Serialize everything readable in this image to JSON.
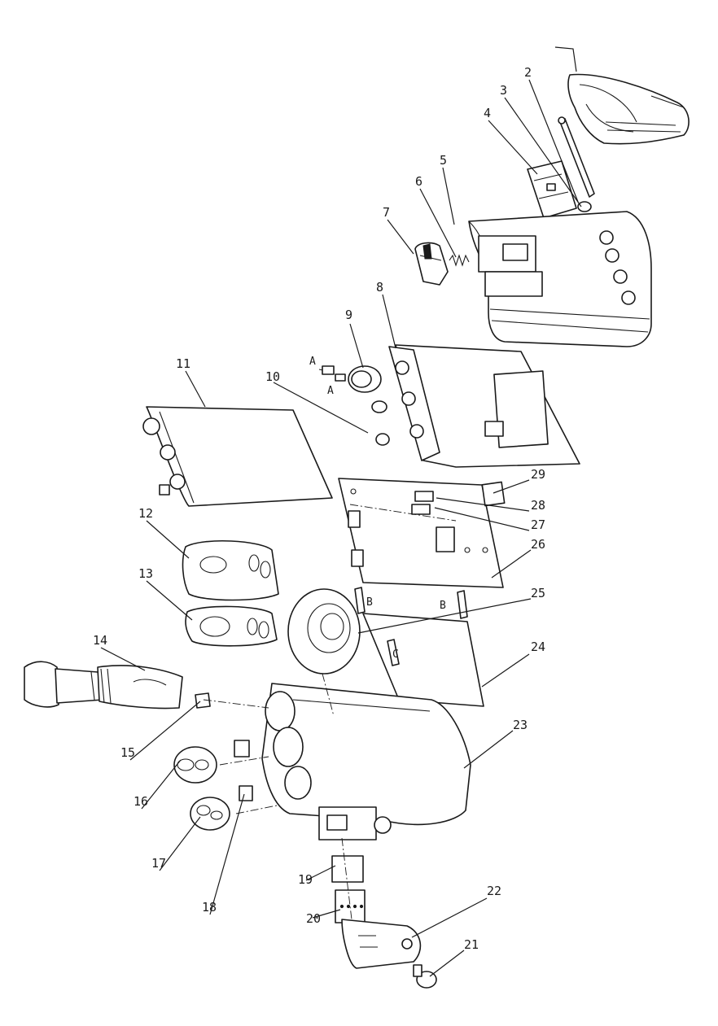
{
  "callouts": [
    "2",
    "3",
    "4",
    "5",
    "6",
    "7",
    "8",
    "9",
    "10",
    "11",
    "12",
    "13",
    "14",
    "15",
    "16",
    "17",
    "18",
    "19",
    "20",
    "21",
    "22",
    "23",
    "24",
    "25",
    "26",
    "27",
    "28",
    "29"
  ],
  "assembly_marks": {
    "a_upper": "A",
    "a_lower": "A",
    "b_left": "B",
    "b_right": "B",
    "c": "C"
  }
}
